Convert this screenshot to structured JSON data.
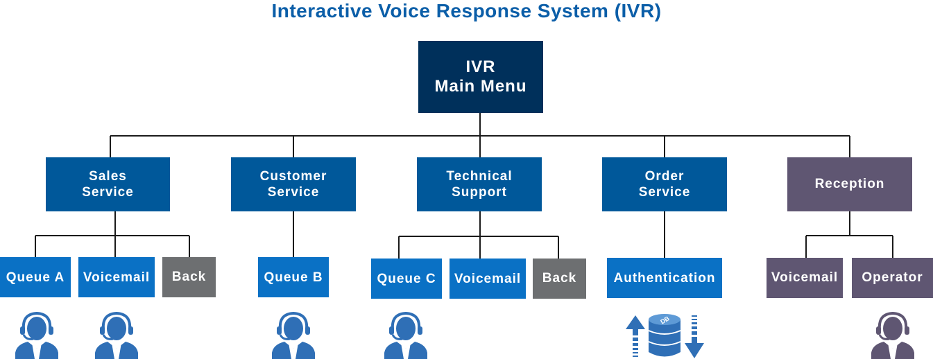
{
  "title": "Interactive Voice Response System (IVR)",
  "root": {
    "line1": "IVR",
    "line2": "Main Menu"
  },
  "menus": [
    {
      "line1": "Sales",
      "line2": "Service"
    },
    {
      "line1": "Customer",
      "line2": "Service"
    },
    {
      "line1": "Technical",
      "line2": "Support"
    },
    {
      "line1": "Order",
      "line2": "Service"
    },
    {
      "line1": "Reception"
    }
  ],
  "leaves": {
    "sales": [
      "Queue A",
      "Voicemail",
      "Back"
    ],
    "customer": [
      "Queue B"
    ],
    "technical": [
      "Queue C",
      "Voicemail",
      "Back"
    ],
    "order": [
      "Authentication"
    ],
    "reception": [
      "Voicemail",
      "Operator"
    ]
  },
  "colors": {
    "title": "#0b5ea8",
    "root": "#00305b",
    "menu": "#00589a",
    "leaf": "#0a71c5",
    "back": "#6d6f71",
    "reception": "#5f5672",
    "agent_icon": "#2f6fb6"
  },
  "icons": [
    "agent-icon",
    "database-icon",
    "upload-arrow-icon",
    "download-arrow-icon"
  ]
}
